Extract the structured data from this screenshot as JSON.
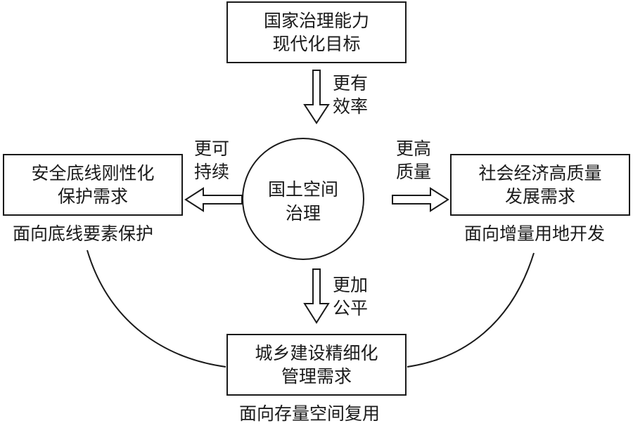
{
  "diagram": {
    "top_box": {
      "line1": "国家治理能力",
      "line2": "现代化目标"
    },
    "left_box": {
      "line1": "安全底线刚性化",
      "line2": "保护需求"
    },
    "right_box": {
      "line1": "社会经济高质量",
      "line2": "发展需求"
    },
    "bottom_box": {
      "line1": "城乡建设精细化",
      "line2": "管理需求"
    },
    "center": {
      "line1": "国土空间",
      "line2": "治理"
    },
    "arrow_labels": {
      "top": {
        "line1": "更有",
        "line2": "效率"
      },
      "left": {
        "line1": "更可",
        "line2": "持续"
      },
      "right": {
        "line1": "更高",
        "line2": "质量"
      },
      "bottom": {
        "line1": "更加",
        "line2": "公平"
      }
    },
    "captions": {
      "left": "面向底线要素保护",
      "right": "面向增量用地开发",
      "bottom": "面向存量空间复用"
    }
  }
}
